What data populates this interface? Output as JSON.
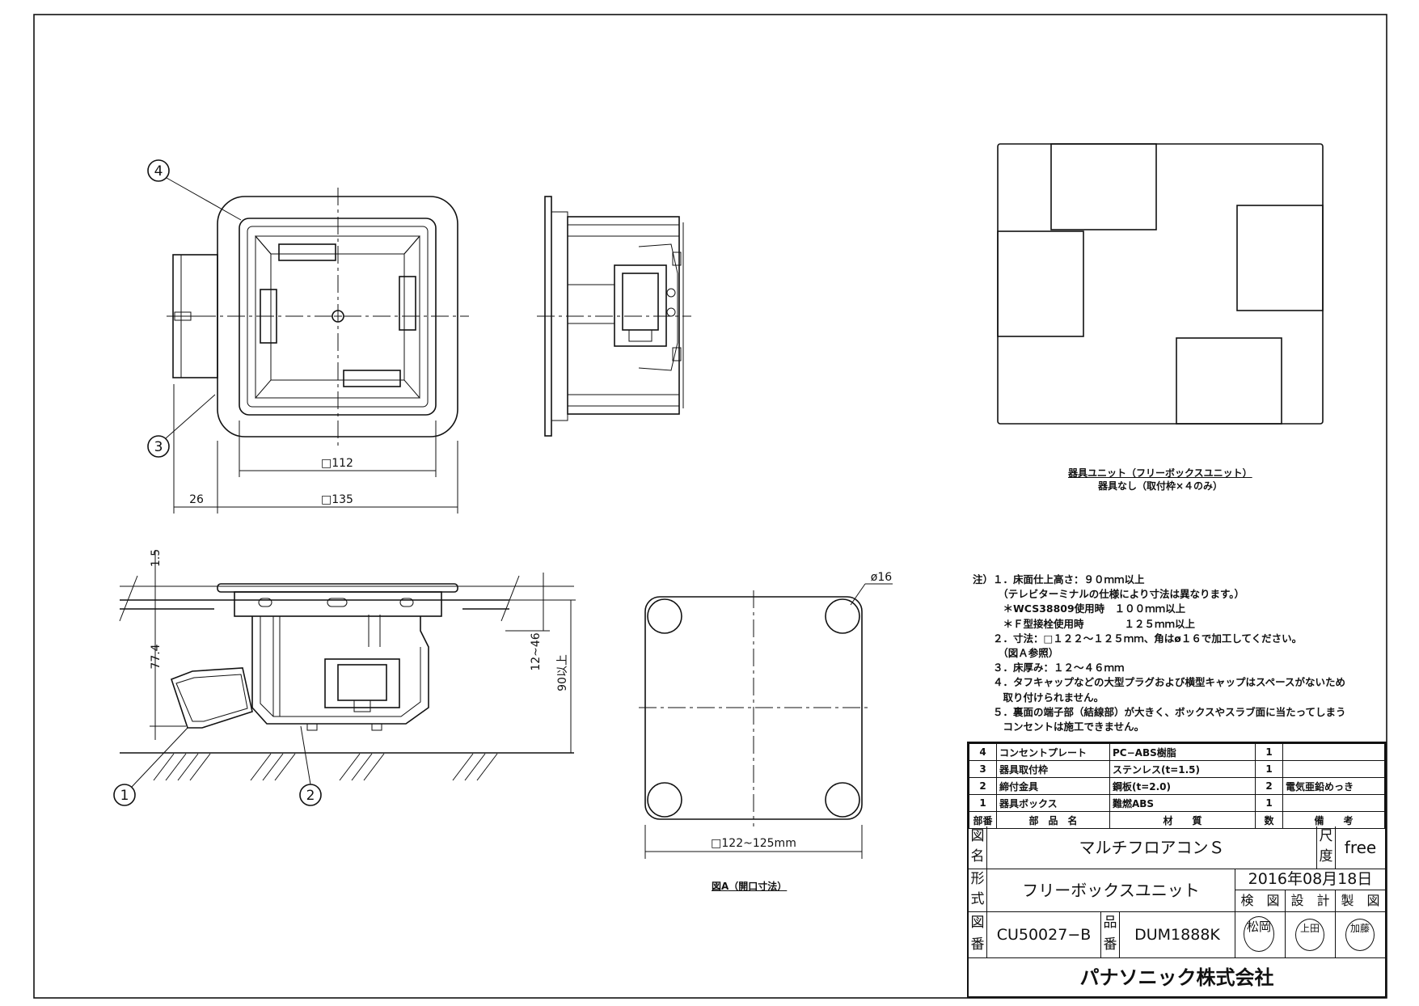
{
  "views": {
    "top": {
      "balloon_4": "4",
      "balloon_3": "3",
      "dim_inner": "□112",
      "dim_outer": "□135",
      "dim_offset": "26"
    },
    "front": {
      "balloon_1": "1",
      "balloon_2": "2",
      "dim_plate": "1.5",
      "dim_depth": "77.4",
      "dim_floor": "12~46",
      "dim_height": "90以上"
    },
    "opening": {
      "dim_corner": "ø16",
      "dim_size": "□122~125mm",
      "caption": "図A（開口寸法）"
    },
    "unit": {
      "caption_1": "器具ユニット（フリーボックスユニット）",
      "caption_2": "器具なし（取付枠×４のみ）"
    }
  },
  "notes": [
    "注）１．床面仕上高さ：９０ｍｍ以上",
    "　　　（テレビターミナルの仕様により寸法は異なります。）",
    "　　　＊WCS38809使用時　１００ｍｍ以上",
    "　　　＊Ｆ型接栓使用時　　　　１２５ｍｍ以上",
    "　　２．寸法：□１２２～１２５ｍｍ、角はø１６で加工してください。",
    "　　　（図Ａ参照）",
    "　　３．床厚み：１２～４６ｍｍ",
    "　　４．タフキャップなどの大型プラグおよび横型キャップはスペースがないため",
    "　　　取り付けられません。",
    "　　５．裏面の端子部（結線部）が大きく、ボックスやスラブ面に当たってしまう",
    "　　　コンセントは施工できません。"
  ],
  "parts": {
    "rows": [
      {
        "no": "4",
        "name": "コンセントプレート",
        "material": "PC−ABS樹脂",
        "qty": "1",
        "remark": ""
      },
      {
        "no": "3",
        "name": "器具取付枠",
        "material": "ステンレス(t=1.5)",
        "qty": "1",
        "remark": ""
      },
      {
        "no": "2",
        "name": "締付金具",
        "material": "鋼板(t=2.0)",
        "qty": "2",
        "remark": "電気亜鉛めっき"
      },
      {
        "no": "1",
        "name": "器具ボックス",
        "material": "難燃ABS",
        "qty": "1",
        "remark": ""
      }
    ],
    "header": {
      "no": "部番",
      "name": "部　品　名",
      "material": "材　　質",
      "qty": "数",
      "remark": "備　　考"
    }
  },
  "title_block": {
    "zumei_label_1": "図",
    "zumei_label_2": "名",
    "zumei": "マルチフロアコンＳ",
    "scale_label_1": "尺",
    "scale_label_2": "度",
    "scale": "free",
    "keishiki_label_1": "形",
    "keishiki_label_2": "式",
    "keishiki": "フリーボックスユニット",
    "date": "2016年08月18日",
    "role_check": "検　図",
    "role_design": "設　計",
    "role_make": "製　図",
    "zuban_label_1": "図",
    "zuban_label_2": "番",
    "zuban": "CU50027−B",
    "hinban_label_1": "品",
    "hinban_label_2": "番",
    "hinban": "DUM1888K",
    "stamp_check": "松岡",
    "stamp_design": "上田",
    "stamp_make": "加藤",
    "company": "パナソニック株式会社"
  }
}
